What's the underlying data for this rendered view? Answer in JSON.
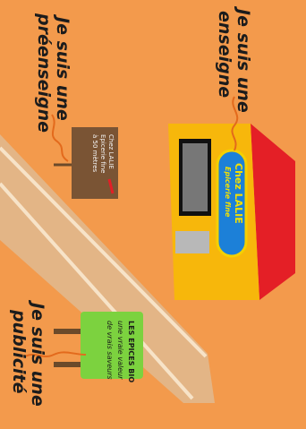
{
  "captions": {
    "enseigne_1": "Je suis une",
    "enseigne_2": "enseigne",
    "preenseigne_1": "Je suis une",
    "preenseigne_2": "préenseigne",
    "publicite_1": "Je suis une",
    "publicite_2": "publicité"
  },
  "shop_sign": {
    "name": "Chez LALIE",
    "subtitle": "Epicerie fine"
  },
  "pre_sign": {
    "line1": "Chez LALIE",
    "line2": "Epicerie fine",
    "line3": "à 50 mètres"
  },
  "billboard": {
    "title": "LES EPICES BIO",
    "line1": "une vraie valeur",
    "line2": "de vrais saveurs"
  },
  "colors": {
    "background": "#f39a4c",
    "building_front": "#f7b70b",
    "building_side": "#e41f26",
    "sign_blue": "#1c80d8",
    "billboard_green": "#7cd23f",
    "presign_brown": "#7a5434",
    "road": "#e6b78a"
  }
}
